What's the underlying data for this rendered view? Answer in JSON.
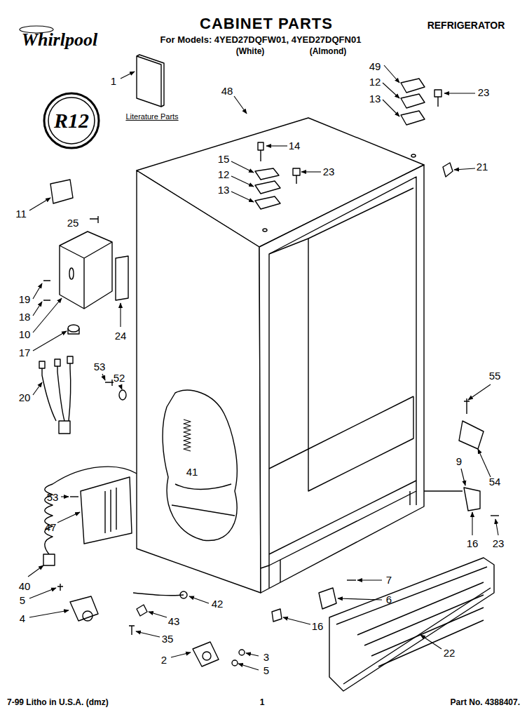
{
  "diagram": {
    "title": "CABINET PARTS",
    "nodes": [
      {
        "text": [
          "R12"
        ]
      }
    ],
    "labels": [
      "Whirlpool",
      "REFRIGERATOR",
      "For Models: 4YED27DQFW01, 4YED27DQFN01",
      "(White)",
      "(Almond)",
      "1",
      "Literature Parts",
      "48",
      "49",
      "12",
      "13",
      "23",
      "14",
      "15",
      "23",
      "12",
      "13",
      "21",
      "11",
      "25",
      "19",
      "18",
      "10",
      "24",
      "17",
      "20",
      "53",
      "52",
      "41",
      "55",
      "54",
      "9",
      "53",
      "47",
      "16",
      "23",
      "40",
      "5",
      "7",
      "6",
      "4",
      "42",
      "43",
      "16",
      "35",
      "22",
      "2",
      "3",
      "5",
      "7-99 Litho in U.S.A. (dmz)",
      "1",
      "Part No. 4388407."
    ]
  }
}
